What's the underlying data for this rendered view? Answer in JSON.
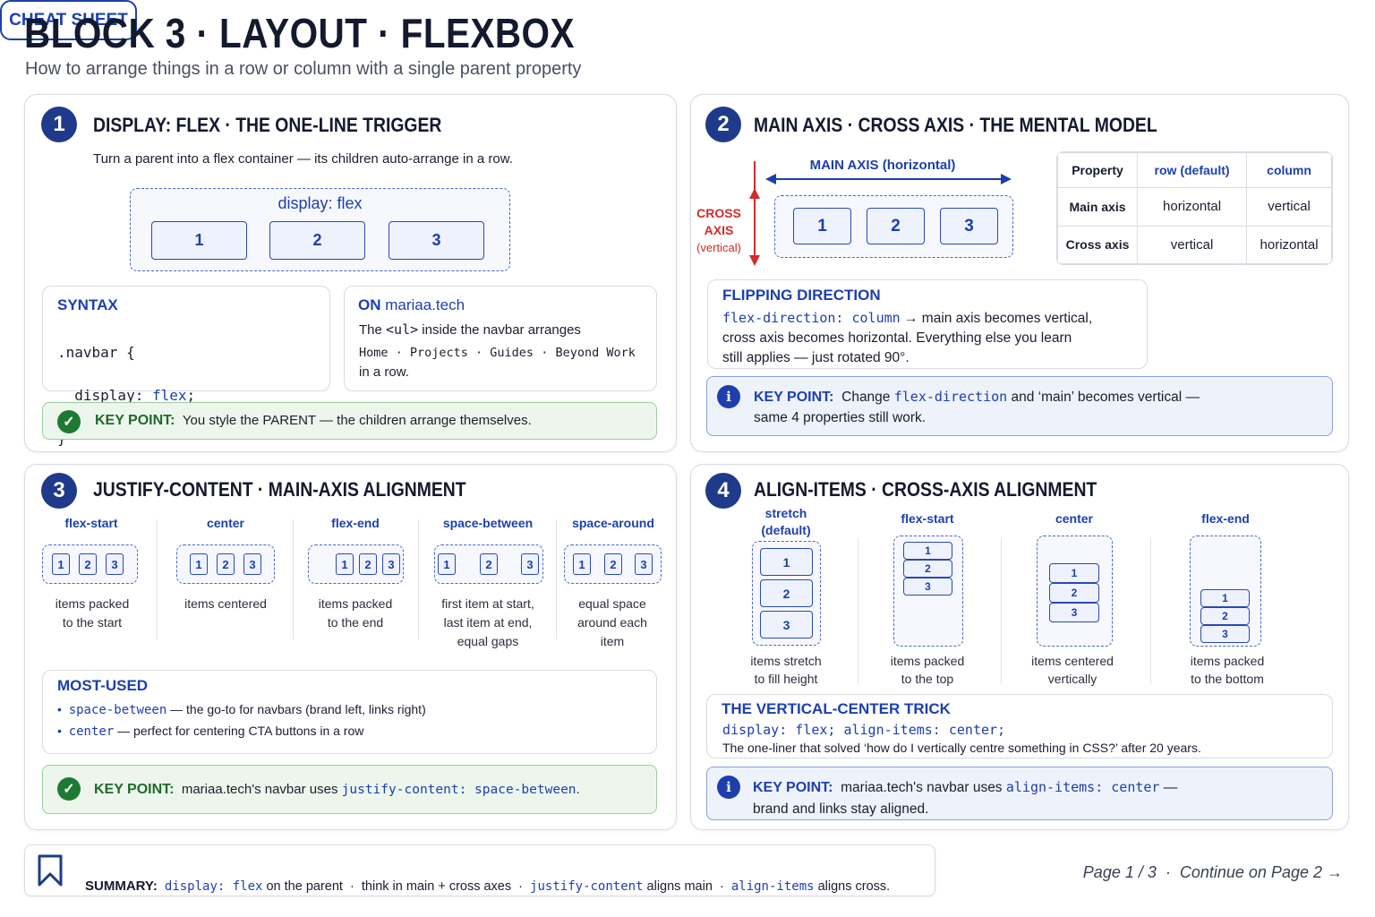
{
  "header": {
    "title": "BLOCK 3 · LAYOUT · FLEXBOX",
    "subtitle": "How to arrange things in a row or column with a single parent property",
    "badge": "CHEAT SHEET"
  },
  "s1": {
    "num": "1",
    "title": "DISPLAY: FLEX · THE ONE-LINE TRIGGER",
    "intro": "Turn a parent into a flex container — its children auto-arrange in a row.",
    "demo_label": "display: flex",
    "items": [
      "1",
      "2",
      "3"
    ],
    "syntax_head": "SYNTAX",
    "syntax_l1": ".navbar {",
    "syntax_l2a": "  display: ",
    "syntax_l2b": "flex",
    "syntax_l2c": ";",
    "syntax_l3": "}",
    "on_head_a": "ON ",
    "on_head_b": "mariaa.tech",
    "on_l1a": "The ",
    "on_l1b": "<ul>",
    "on_l1c": " inside the navbar arranges",
    "on_l2": "Home · Projects · Guides · Beyond Work",
    "on_l3": "in a row.",
    "kp_label": "KEY POINT:",
    "kp_text": "You style the PARENT — the children arrange themselves."
  },
  "s2": {
    "num": "2",
    "title": "MAIN AXIS · CROSS AXIS · THE MENTAL MODEL",
    "main_axis": "MAIN AXIS (horizontal)",
    "cross_l1": "CROSS",
    "cross_l2": "AXIS",
    "cross_l3": "(vertical)",
    "items": [
      "1",
      "2",
      "3"
    ],
    "table": {
      "headers": [
        "Property",
        "row (default)",
        "column"
      ],
      "rows": [
        [
          "Main axis",
          "horizontal",
          "vertical"
        ],
        [
          "Cross axis",
          "vertical",
          "horizontal"
        ]
      ]
    },
    "flip_head": "FLIPPING DIRECTION",
    "flip_code": "flex-direction: column",
    "flip_l1": " → main axis becomes vertical,",
    "flip_l2": "cross axis becomes horizontal. Everything else you learn",
    "flip_l3": "still applies — just rotated 90°.",
    "kp_label": "KEY POINT:",
    "kp_a": "Change ",
    "kp_code": "flex-direction",
    "kp_b": " and ‘main’ becomes vertical —",
    "kp_l2": "same 4 properties still work."
  },
  "s3": {
    "num": "3",
    "title": "JUSTIFY-CONTENT · MAIN-AXIS ALIGNMENT",
    "cols": [
      {
        "label": "flex-start",
        "cap1": "items packed",
        "cap2": "to the start",
        "cap3": ""
      },
      {
        "label": "center",
        "cap1": "items centered",
        "cap2": "",
        "cap3": ""
      },
      {
        "label": "flex-end",
        "cap1": "items packed",
        "cap2": "to the end",
        "cap3": ""
      },
      {
        "label": "space-between",
        "cap1": "first item at start,",
        "cap2": "last item at end,",
        "cap3": "equal gaps"
      },
      {
        "label": "space-around",
        "cap1": "equal space",
        "cap2": "around each",
        "cap3": "item"
      }
    ],
    "items": [
      "1",
      "2",
      "3"
    ],
    "mu_head": "MOST-USED",
    "mu1_code": "space-between",
    "mu1_text": " — the go-to for navbars (brand left, links right)",
    "mu2_code": "center",
    "mu2_text": " — perfect for centering CTA buttons in a row",
    "kp_label": "KEY POINT:",
    "kp_a": "mariaa.tech's navbar uses ",
    "kp_code": "justify-content: space-between",
    "kp_b": "."
  },
  "s4": {
    "num": "4",
    "title": "ALIGN-ITEMS · CROSS-AXIS ALIGNMENT",
    "cols": [
      {
        "label1": "stretch",
        "label2": "(default)",
        "cap1": "items stretch",
        "cap2": "to fill height"
      },
      {
        "label1": "flex-start",
        "label2": "",
        "cap1": "items packed",
        "cap2": "to the top"
      },
      {
        "label1": "center",
        "label2": "",
        "cap1": "items centered",
        "cap2": "vertically"
      },
      {
        "label1": "flex-end",
        "label2": "",
        "cap1": "items packed",
        "cap2": "to the bottom"
      }
    ],
    "items": [
      "1",
      "2",
      "3"
    ],
    "trick_head": "THE VERTICAL-CENTER TRICK",
    "trick_code": "display: flex; align-items: center;",
    "trick_text": "The one-liner that solved ‘how do I vertically centre something in CSS?’ after 20 years.",
    "kp_label": "KEY POINT:",
    "kp_a": "mariaa.tech's navbar uses ",
    "kp_code": "align-items: center",
    "kp_b": " —",
    "kp_l2": "brand and links stay aligned."
  },
  "summary": {
    "label": "SUMMARY:",
    "c1": "display: flex",
    "t1": " on the parent  ·  think in main + cross axes  ·  ",
    "c2": "justify-content",
    "t2": " aligns main  ·  ",
    "c3": "align-items",
    "t3": " aligns cross."
  },
  "footer": {
    "page": "Page 1 / 3  ·  Continue on Page 2 →"
  }
}
